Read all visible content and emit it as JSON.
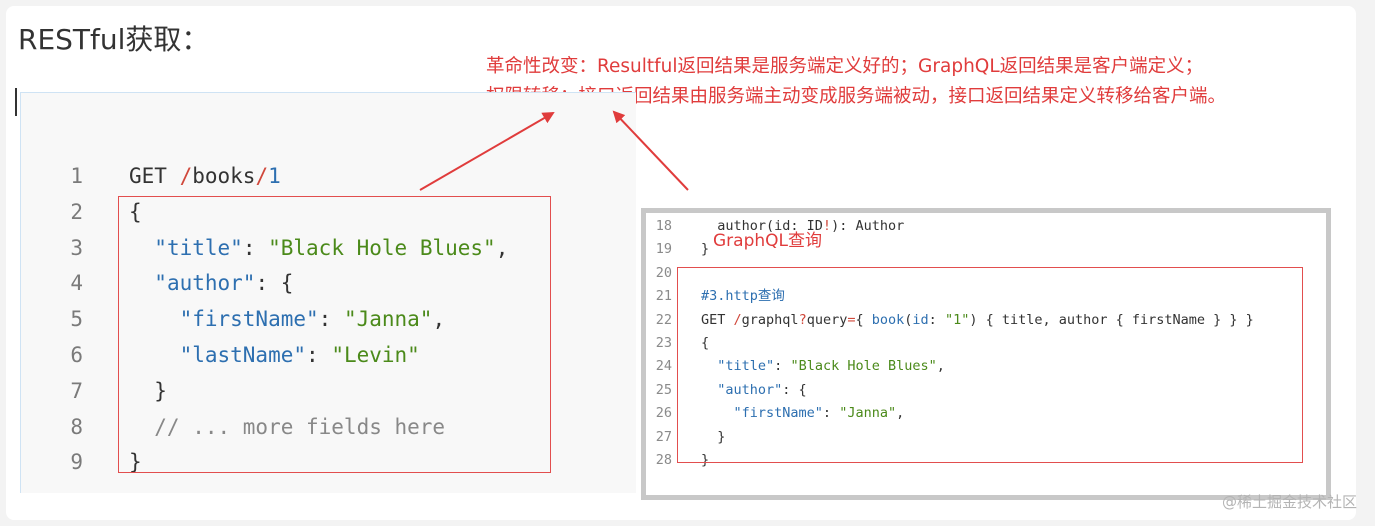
{
  "heading": "RESTful获取：",
  "annotations": {
    "line1": "革命性改变：Resultful返回结果是服务端定义好的；GraphQL返回结果是客户端定义；",
    "line2": "权限转移：接口返回结果由服务端主动变成服务端被动，接口返回结果定义转移给客户端。",
    "graphql_label": "GraphQL查询"
  },
  "rest_code": {
    "lines": [
      {
        "num": "1",
        "parts": [
          [
            "GET ",
            ""
          ],
          [
            "/",
            "r"
          ],
          [
            "books",
            ""
          ],
          [
            "/",
            "r"
          ],
          [
            "1",
            "n"
          ]
        ]
      },
      {
        "num": "2",
        "parts": [
          [
            "{",
            ""
          ]
        ]
      },
      {
        "num": "3",
        "parts": [
          [
            "  ",
            ""
          ],
          [
            "\"title\"",
            "k"
          ],
          [
            ": ",
            ""
          ],
          [
            "\"Black Hole Blues\"",
            "s"
          ],
          [
            ",",
            ""
          ]
        ]
      },
      {
        "num": "4",
        "parts": [
          [
            "  ",
            ""
          ],
          [
            "\"author\"",
            "k"
          ],
          [
            ": {",
            ""
          ]
        ]
      },
      {
        "num": "5",
        "parts": [
          [
            "    ",
            ""
          ],
          [
            "\"firstName\"",
            "k"
          ],
          [
            ": ",
            ""
          ],
          [
            "\"Janna\"",
            "s"
          ],
          [
            ",",
            ""
          ]
        ]
      },
      {
        "num": "6",
        "parts": [
          [
            "    ",
            ""
          ],
          [
            "\"lastName\"",
            "k"
          ],
          [
            ": ",
            ""
          ],
          [
            "\"Levin\"",
            "s"
          ]
        ]
      },
      {
        "num": "7",
        "parts": [
          [
            "  }",
            ""
          ]
        ]
      },
      {
        "num": "8",
        "parts": [
          [
            "  // ... more fields here",
            "c"
          ]
        ]
      },
      {
        "num": "9",
        "parts": [
          [
            "}",
            ""
          ]
        ]
      }
    ]
  },
  "graphql_code": {
    "lines": [
      {
        "num": "18",
        "parts": [
          [
            "  author(id: ID",
            ""
          ],
          [
            "!",
            "r"
          ],
          [
            "): Author",
            ""
          ]
        ]
      },
      {
        "num": "19",
        "parts": [
          [
            "}",
            ""
          ]
        ]
      },
      {
        "num": "20",
        "parts": [
          [
            "",
            ""
          ]
        ]
      },
      {
        "num": "21",
        "parts": [
          [
            "#3.http查询",
            "k"
          ]
        ]
      },
      {
        "num": "22",
        "parts": [
          [
            "GET ",
            ""
          ],
          [
            "/",
            "r"
          ],
          [
            "graphql",
            ""
          ],
          [
            "?",
            "r"
          ],
          [
            "query",
            ""
          ],
          [
            "=",
            "r"
          ],
          [
            "{ ",
            ""
          ],
          [
            "book",
            "k"
          ],
          [
            "(",
            ""
          ],
          [
            "id",
            "k"
          ],
          [
            ": ",
            ""
          ],
          [
            "\"1\"",
            "s"
          ],
          [
            ") { title, author { firstName } } }",
            ""
          ]
        ]
      },
      {
        "num": "23",
        "parts": [
          [
            "{",
            ""
          ]
        ]
      },
      {
        "num": "24",
        "parts": [
          [
            "  ",
            ""
          ],
          [
            "\"title\"",
            "k"
          ],
          [
            ": ",
            ""
          ],
          [
            "\"Black Hole Blues\"",
            "s"
          ],
          [
            ",",
            ""
          ]
        ]
      },
      {
        "num": "25",
        "parts": [
          [
            "  ",
            ""
          ],
          [
            "\"author\"",
            "k"
          ],
          [
            ": {",
            ""
          ]
        ]
      },
      {
        "num": "26",
        "parts": [
          [
            "    ",
            ""
          ],
          [
            "\"firstName\"",
            "k"
          ],
          [
            ": ",
            ""
          ],
          [
            "\"Janna\"",
            "s"
          ],
          [
            ",",
            ""
          ]
        ]
      },
      {
        "num": "27",
        "parts": [
          [
            "  }",
            ""
          ]
        ]
      },
      {
        "num": "28",
        "parts": [
          [
            "}",
            ""
          ]
        ]
      }
    ]
  },
  "watermark": "@稀土掘金技术社区",
  "colors": {
    "annotation": "#e03c3c",
    "key": "#2d6fb0",
    "string": "#4b8a1a",
    "comment": "#888888"
  }
}
